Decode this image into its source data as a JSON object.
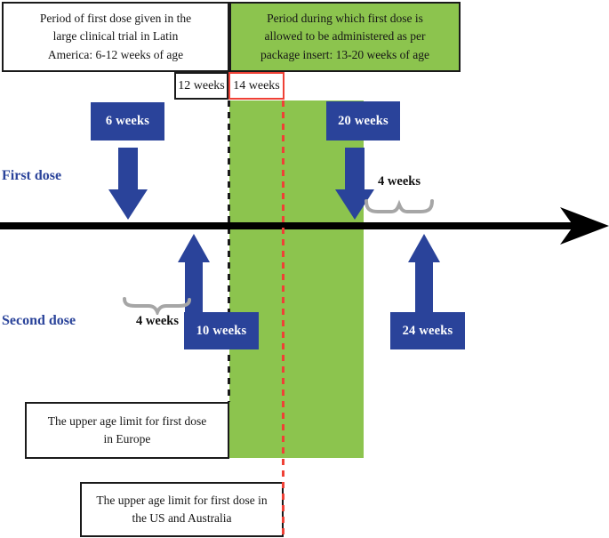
{
  "colors": {
    "blue": "#2A439A",
    "green": "#8CC44E",
    "red": "#EF4136",
    "gray": "#A6A6A6"
  },
  "header_boxes": {
    "trial_period": [
      "Period of first dose given in the",
      "large clinical trial in Latin",
      "America: 6-12 weeks of age"
    ],
    "insert_period": [
      "Period during which first dose is",
      "allowed to be administered as per",
      "package insert: 13-20 weeks of age"
    ]
  },
  "tick_boxes": {
    "week12": "12 weeks",
    "week14": "14 weeks"
  },
  "dose_markers": {
    "week6": "6 weeks",
    "week20": "20 weeks",
    "week10": "10 weeks",
    "week24": "24 weeks"
  },
  "labels": {
    "first_dose": "First dose",
    "second_dose": "Second dose",
    "interval_top": "4 weeks",
    "interval_bottom": "4 weeks"
  },
  "limit_boxes": {
    "europe_limit": [
      "The upper age limit for first dose",
      "in Europe"
    ],
    "us_limit": [
      "The upper age limit for first dose in",
      "the US and Australia"
    ]
  }
}
